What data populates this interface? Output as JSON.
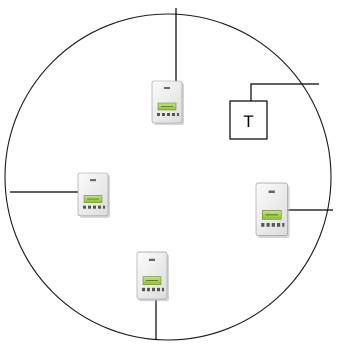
{
  "diagram": {
    "sensor_label": "T",
    "controllers": [
      {
        "name": "controller-top"
      },
      {
        "name": "controller-left"
      },
      {
        "name": "controller-right"
      },
      {
        "name": "controller-bottom"
      }
    ]
  },
  "colors": {
    "line": "#000000",
    "device_body": "#f2f2f2",
    "device_shadow": "#b9b9b9",
    "lcd_screen": "#a8d456",
    "background": "#ffffff"
  }
}
